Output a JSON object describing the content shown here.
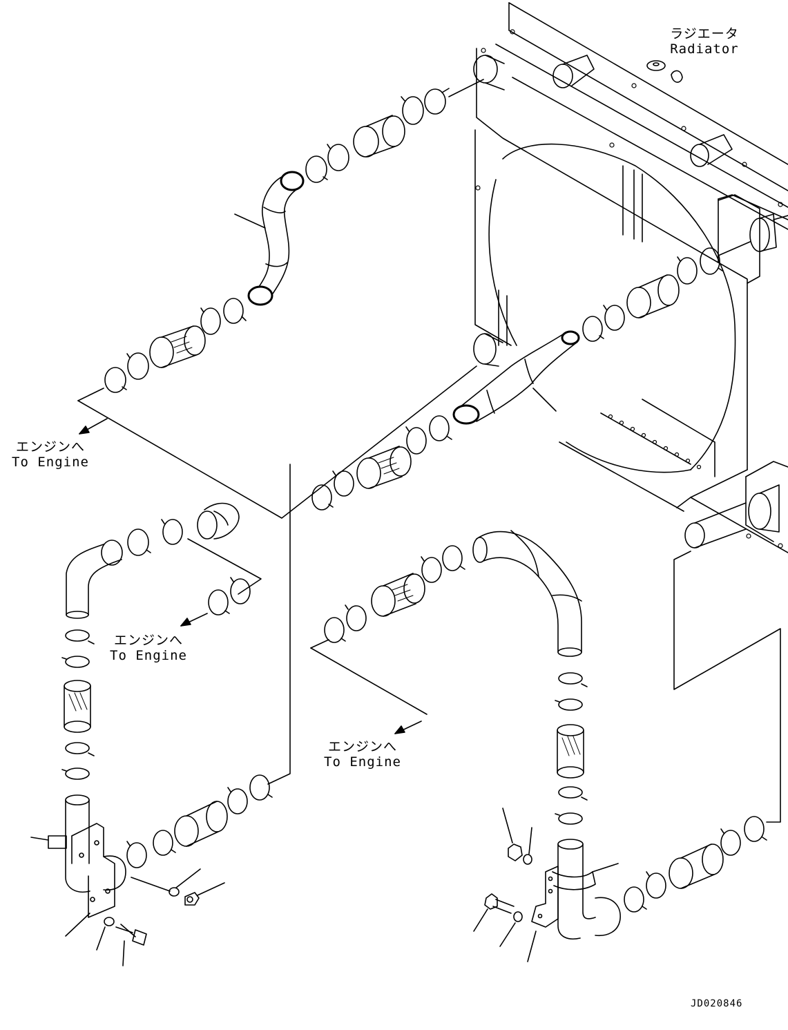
{
  "labels": {
    "radiator_jp": "ラジエータ",
    "radiator_en": "Radiator",
    "to_engine_jp": "エンジンへ",
    "to_engine_en": "To Engine"
  },
  "drawing_code": "JD020846",
  "colors": {
    "line": "#000000",
    "background": "#ffffff"
  }
}
